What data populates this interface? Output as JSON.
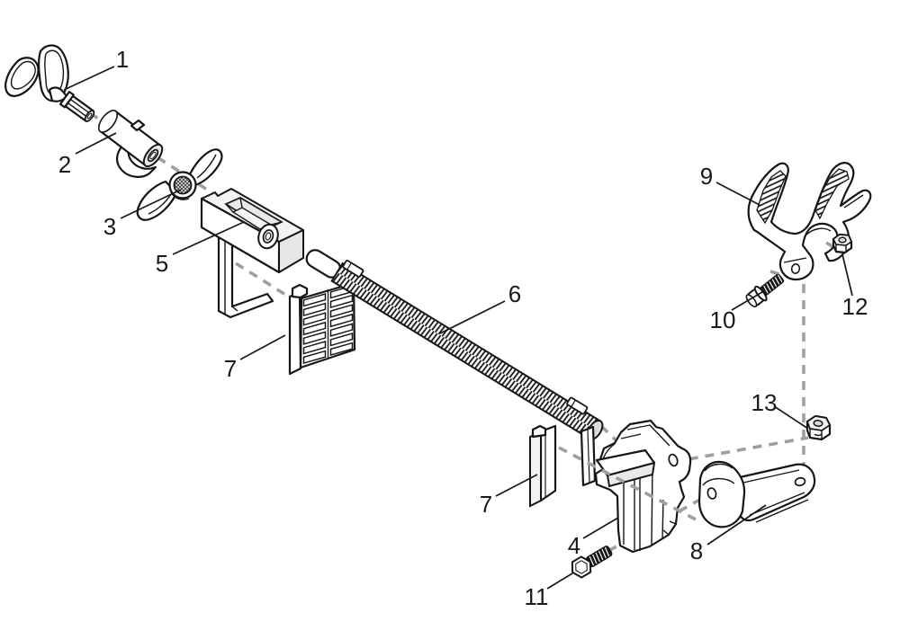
{
  "diagram": {
    "type": "exploded-parts-diagram",
    "palette": {
      "background": "#ffffff",
      "line": "#161616",
      "guide_dash": "#9f9f9f",
      "label": "#1a1a1a"
    },
    "callouts": [
      {
        "label": "1",
        "part": "wing-bolt"
      },
      {
        "label": "2",
        "part": "bushing-sleeve"
      },
      {
        "label": "3",
        "part": "wing-nut"
      },
      {
        "label": "5",
        "part": "mount-bracket"
      },
      {
        "label": "7",
        "part": "grip-pad-upper"
      },
      {
        "label": "6",
        "part": "threaded-rod"
      },
      {
        "label": "9",
        "part": "rod-rest-fork"
      },
      {
        "label": "10",
        "part": "fork-bolt"
      },
      {
        "label": "12",
        "part": "fork-nut"
      },
      {
        "label": "13",
        "part": "pivot-nut"
      },
      {
        "label": "7",
        "part": "grip-pad-lower"
      },
      {
        "label": "4",
        "part": "clamp-body"
      },
      {
        "label": "8",
        "part": "cam-lever"
      },
      {
        "label": "11",
        "part": "pivot-bolt"
      }
    ]
  }
}
